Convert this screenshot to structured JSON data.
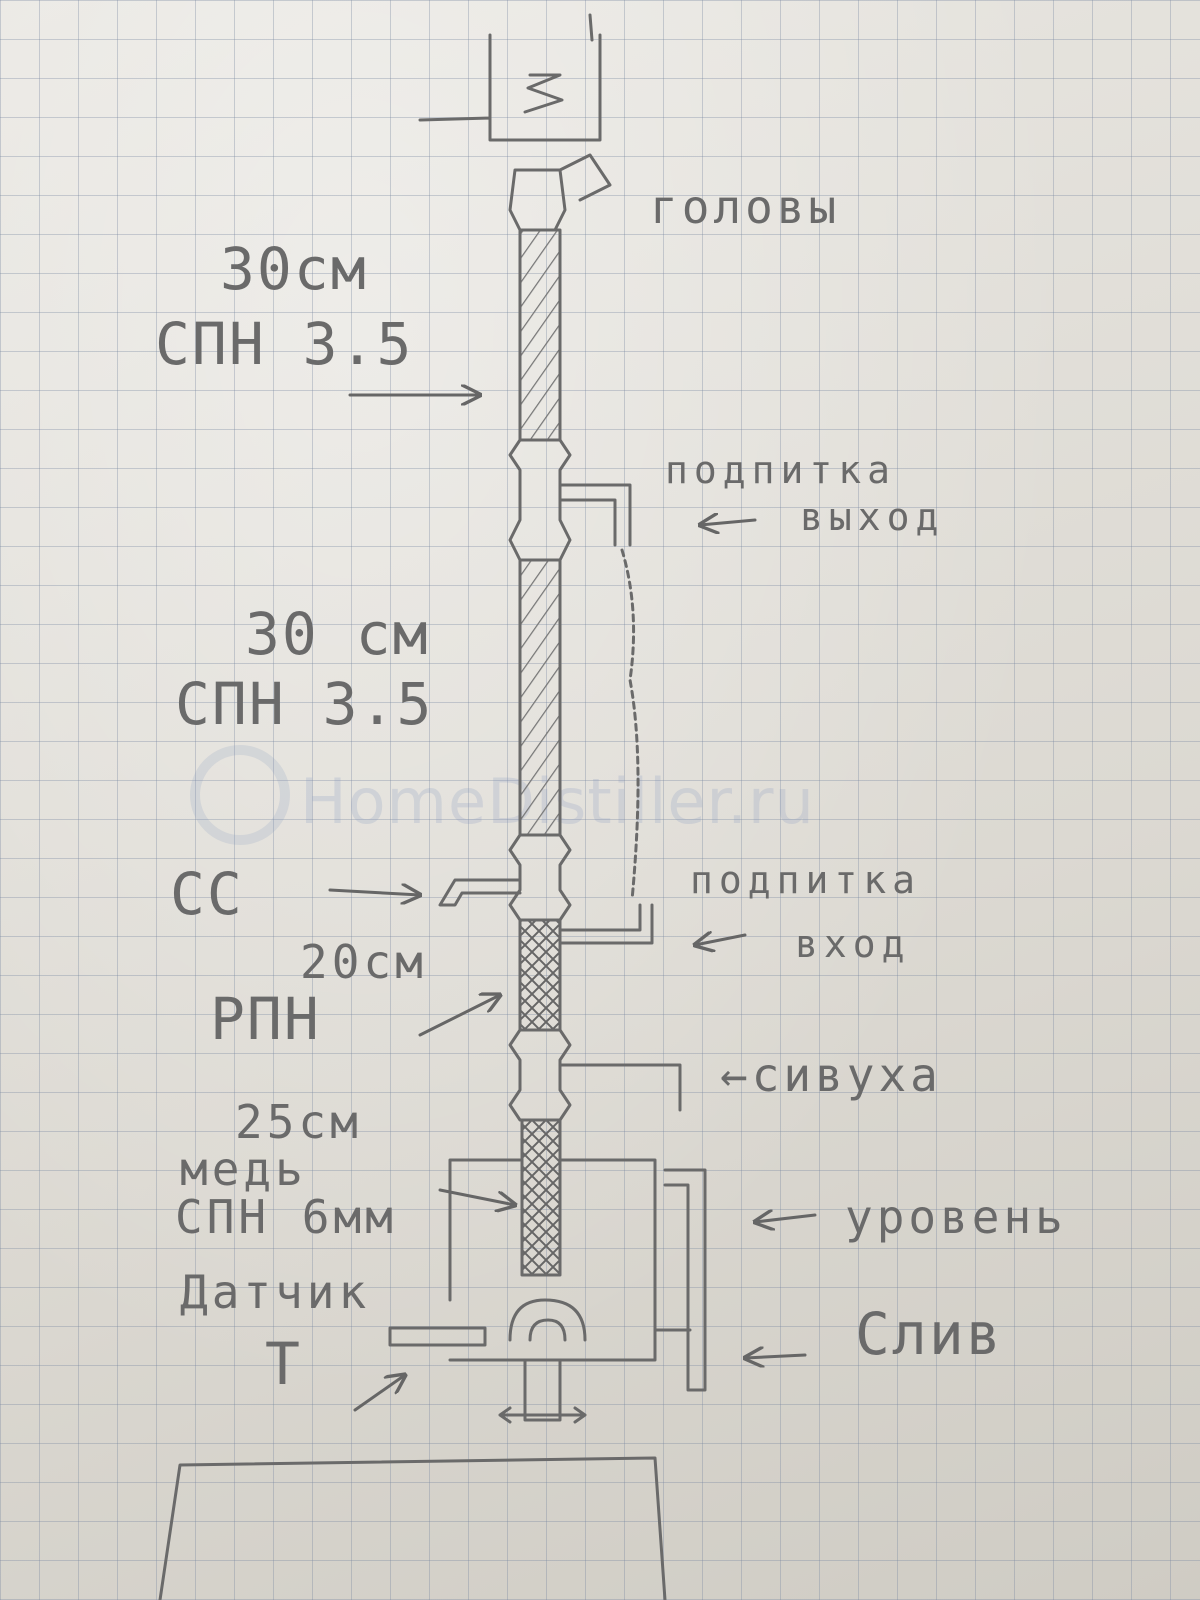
{
  "labels": {
    "heads": "головы",
    "sec1_length": "30см",
    "sec1_packing": "СПН 3.5",
    "feed_out_1": "подпитка",
    "feed_out_2": "выход",
    "sec2_length": "30 см",
    "sec2_packing": "СПН 3.5",
    "cc": "СС",
    "feed_in_1": "подпитка",
    "feed_in_2": "вход",
    "sec3_length": "20см",
    "sec3_packing": "РПН",
    "fusel": "←сивуха",
    "sec4_length": "25см",
    "sec4_material": "медь",
    "sec4_packing": "СПН 6мм",
    "level": "уровень",
    "sensor_1": "Датчик",
    "sensor_2": "Т",
    "drain": "Слив"
  },
  "watermark": "HomeDistiller.ru",
  "colors": {
    "pencil": "#6a6a6a",
    "grid": "#8a97ad",
    "paper": "#e6e4df"
  }
}
